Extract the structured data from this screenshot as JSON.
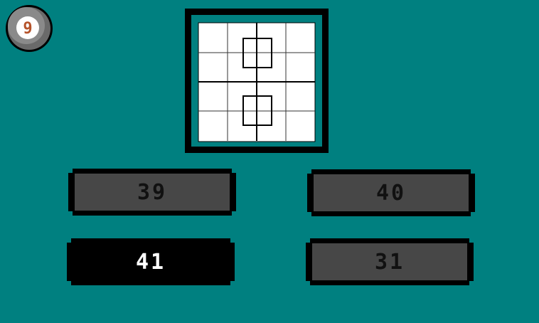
{
  "level": {
    "number": "9",
    "icon": "pool-ball-icon"
  },
  "puzzle": {
    "icon": "grid-pattern-icon",
    "grid_rows": 4,
    "grid_cols": 4
  },
  "answers": [
    {
      "label": "39",
      "selected": false
    },
    {
      "label": "40",
      "selected": false
    },
    {
      "label": "41",
      "selected": true
    },
    {
      "label": "31",
      "selected": false
    }
  ],
  "colors": {
    "background": "#008080",
    "button_fill": "#474747",
    "button_border": "#000000",
    "selected_fill": "#000000",
    "badge_number": "#b5532a"
  }
}
